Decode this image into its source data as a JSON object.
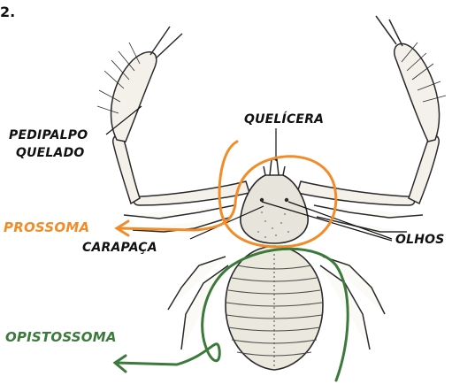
{
  "figure": {
    "corner_text": "2.",
    "labels": {
      "pedipalpo_line1": "PEDIPALPO",
      "pedipalpo_line2": "QUELADO",
      "quelicera": "QUELÍCERA",
      "prossoma": "PROSSOMA",
      "carapaca": "CARAPAÇA",
      "olhos": "OLHOS",
      "opistossoma": "OPISTOSSOMA"
    }
  },
  "colors": {
    "label_black": "#111111",
    "prossoma_orange": "#f28c28",
    "opistossoma_green": "#3b7a3a",
    "ink": "#2a2a2a",
    "stipple": "#8a8a8a"
  }
}
